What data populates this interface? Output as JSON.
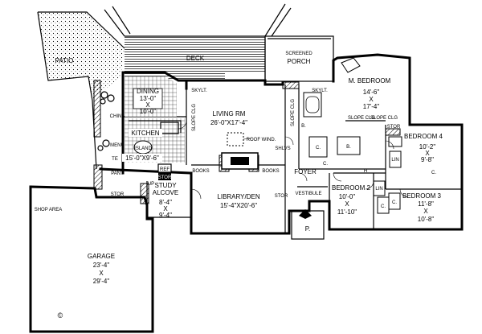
{
  "copyright": "©",
  "rooms": {
    "patio": {
      "name": "PATIO"
    },
    "deck": {
      "name": "DECK"
    },
    "porch": {
      "name": "SCREENED",
      "name2": "PORCH"
    },
    "dining": {
      "name": "DINING",
      "w": "13'-0\"",
      "x": "X",
      "d": "10'-0\""
    },
    "kitchen": {
      "name": "KITCHEN",
      "size": "15'-0\"X9'-6\""
    },
    "island": {
      "name": "ISLAND"
    },
    "living": {
      "name": "LIVING RM",
      "size": "26'-0\"X17'-4\""
    },
    "master": {
      "name": "M. BEDROOM",
      "w": "14'-6\"",
      "x": "X",
      "d": "17'-4\""
    },
    "bed4": {
      "name": "BEDROOM 4",
      "w": "10'-2\"",
      "x": "X",
      "d": "9'-8\""
    },
    "bed2": {
      "name": "BEDROOM 2",
      "w": "10'-0\"",
      "x": "X",
      "d": "11'-10\""
    },
    "bed3": {
      "name": "BEDROOM 3",
      "w": "11'-8\"",
      "x": "X",
      "d": "10'-8\""
    },
    "study": {
      "name": "STUDY",
      "name2": "ALCOVE",
      "w": "8'-4\"",
      "x": "X",
      "d": "9'-4\""
    },
    "library": {
      "name": "LIBRARY/DEN",
      "size": "15'-4\"X20'-6\""
    },
    "garage": {
      "name": "GARAGE",
      "w": "23'-4\"",
      "x": "X",
      "d": "29'-4\""
    },
    "shop": {
      "name": "SHOP AREA"
    },
    "foyer": {
      "name": "FOYER"
    },
    "vestibule": {
      "name": "VESTIBULE"
    },
    "porch_front": {
      "name": "P."
    }
  },
  "labels": {
    "skylt1": "SKYLT.",
    "skylt2": "SKYLT.",
    "roof_wind": "ROOF WIND.",
    "books1": "BOOKS",
    "books2": "BOOKS",
    "shlvs": "SHLVS",
    "china": "CHINA",
    "menu": "MENU",
    "pant": "PANT",
    "stor1": "STOR",
    "stor2": "STOR",
    "stor3": "STOR",
    "ref": "REF",
    "stor_ref": "STOR",
    "up": "UP",
    "lin1": "LIN",
    "lin2": "LIN",
    "h": "H",
    "b1": "B.",
    "b2": "B.",
    "c_master": "C.",
    "c_bed4": "C.",
    "c_bed2": "C.",
    "c_bed3": "C.",
    "c_foyer": "C.",
    "slope_clg1": "SLOPE CLG",
    "slope_clg2": "SLOPE CLG",
    "slope_clg3": "SLOPE CLG",
    "slope_clg4": "SLOPE CLG",
    "te": "TE"
  }
}
